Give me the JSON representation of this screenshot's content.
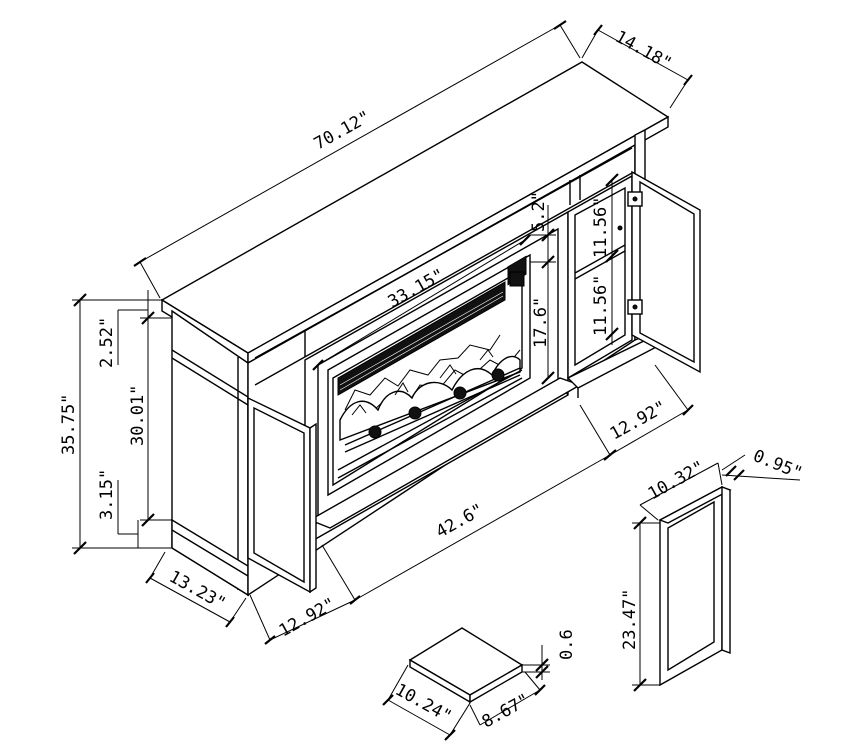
{
  "drawing": {
    "subject": "fireplace-tv-stand-dimensions",
    "dimensions": {
      "total_width": "70.12\"",
      "depth": "14.18\"",
      "total_height": "35.75\"",
      "top_thickness": "2.52\"",
      "body_height": "30.01\"",
      "base_height": "3.15\"",
      "side_depth": "13.23\"",
      "opening_width": "42.6\"",
      "firebox_width": "33.15\"",
      "firebox_height": "17.6\"",
      "header_height": "5.2\"",
      "cabinet_width_left": "12.92\"",
      "cabinet_width_right": "12.92\"",
      "cabinet_upper": "11.56\"",
      "cabinet_lower": "11.56\"",
      "shelf_width": "10.24\"",
      "shelf_depth": "8.67\"",
      "shelf_thickness": "0.6",
      "door_height": "23.47\"",
      "door_width": "10.32\"",
      "door_thickness": "0.95\""
    }
  }
}
